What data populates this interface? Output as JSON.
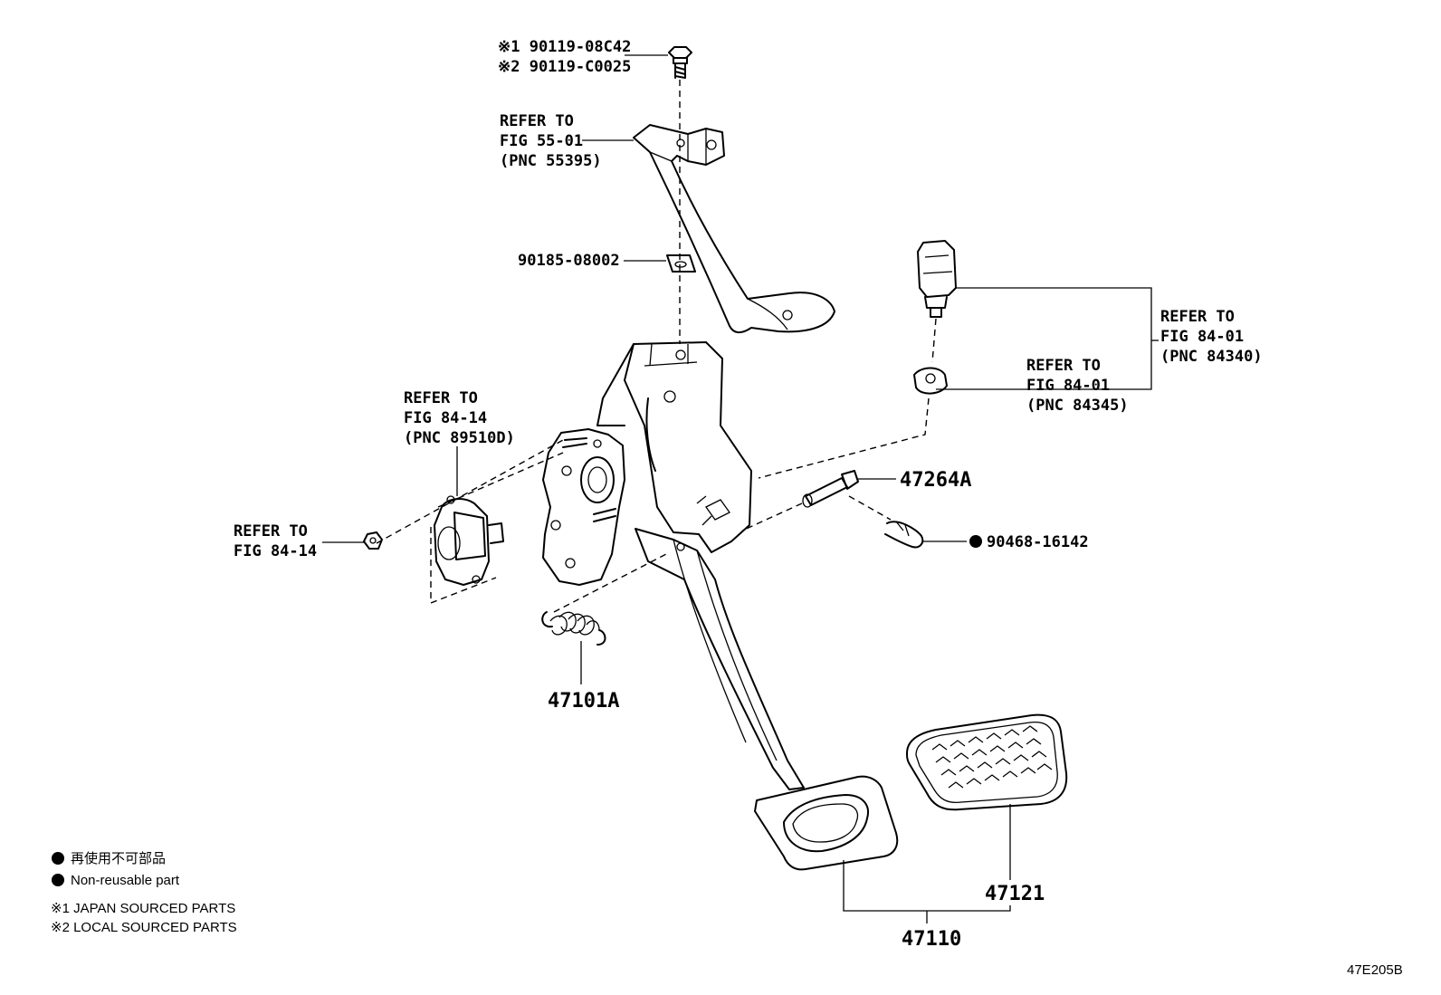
{
  "parts": {
    "bolt_japan": "※1 90119-08C42",
    "bolt_local": "※2 90119-C0025",
    "clip_nut": "90185-08002",
    "pin": "47264A",
    "clip": "90468-16142",
    "spring": "47101A",
    "pedal_pad": "47121",
    "pedal_assy": "47110"
  },
  "refs": {
    "bracket": {
      "l1": "REFER TO",
      "l2": "FIG 55-01",
      "l3": "(PNC 55395)"
    },
    "stop_switch": {
      "l1": "REFER TO",
      "l2": "FIG 84-01",
      "l3": "(PNC 84340)"
    },
    "cushion": {
      "l1": "REFER TO",
      "l2": "FIG 84-01",
      "l3": "(PNC 84345)"
    },
    "sensor": {
      "l1": "REFER TO",
      "l2": "FIG 84-14",
      "l3": "(PNC 89510D)"
    },
    "nut": {
      "l1": "REFER TO",
      "l2": "FIG 84-14"
    }
  },
  "legend": {
    "nonreusable_jp": "再使用不可部品",
    "nonreusable_en": "Non-reusable part",
    "note1": "※1 JAPAN SOURCED PARTS",
    "note2": "※2 LOCAL SOURCED PARTS"
  },
  "figure_code": "47E205B"
}
